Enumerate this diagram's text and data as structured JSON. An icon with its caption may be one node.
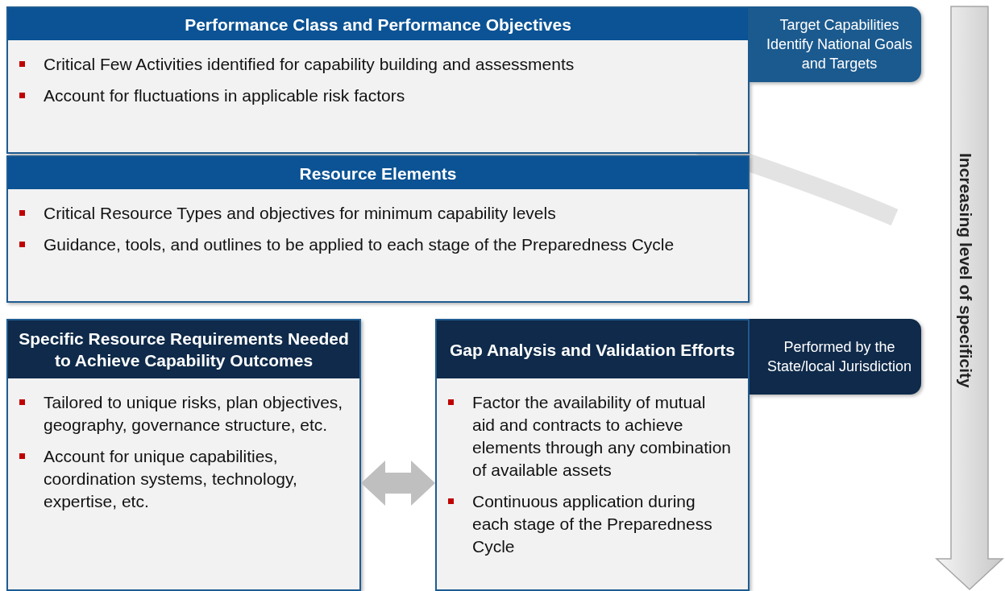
{
  "diagram": {
    "nodes": [
      {
        "text": [
          "Performance Class and Performance Objectives",
          "Critical Few Activities identified for capability building and assessments",
          "Account for fluctuations in applicable risk factors"
        ]
      },
      {
        "text": [
          "Target Capabilities Identify National Goals and Targets"
        ]
      },
      {
        "text": [
          "Resource Elements",
          "Critical Resource Types and objectives for minimum capability levels",
          "Guidance, tools, and outlines to be applied to each stage of the Preparedness Cycle"
        ]
      },
      {
        "text": [
          "Specific Resource Requirements Needed to Achieve Capability Outcomes",
          "Tailored to unique risks, plan objectives, geography, governance structure, etc.",
          "Account for unique capabilities, coordination systems, technology, expertise, etc."
        ]
      },
      {
        "text": [
          "Gap Analysis and Validation Efforts",
          "Factor the availability of mutual aid and contracts to achieve elements through any combination of available assets",
          "Continuous application during each stage of the Preparedness Cycle"
        ]
      },
      {
        "text": [
          "Performed by the State/local Jurisdiction"
        ]
      }
    ],
    "edges": [
      {
        "from": 3,
        "to": 4,
        "arrow": "both"
      }
    ],
    "labels": [
      "Increasing level of specificity"
    ]
  }
}
